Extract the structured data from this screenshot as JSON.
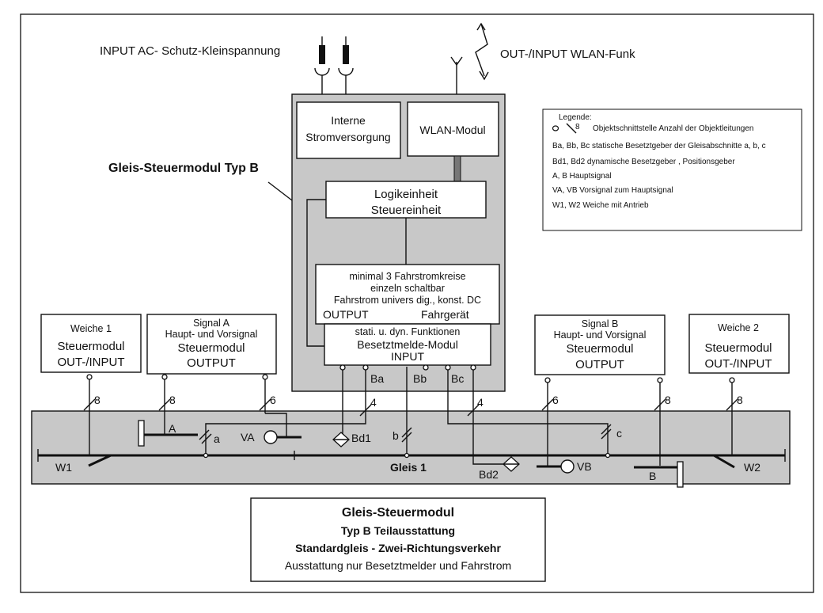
{
  "input_ac": "INPUT AC- Schutz-Kleinspannung",
  "wlan_io": "OUT-/INPUT WLAN-Funk",
  "module_title": "Gleis-Steuermodul Typ B",
  "power": [
    "Interne",
    "Stromversorgung"
  ],
  "wlan_module": "WLAN-Modul",
  "logic": [
    "Logikeinheit",
    "Steuereinheit"
  ],
  "output_box": [
    "minimal 3 Fahrstromkreise",
    "einzeln schaltbar",
    "Fahrstrom univers dig., konst. DC",
    "OUTPUT",
    "Fahrgerät"
  ],
  "occupancy": [
    "stati. u. dyn. Funktionen",
    "Besetztmelde-Modul",
    "INPUT"
  ],
  "legend": {
    "title": "Legende:",
    "count": "8",
    "rows": [
      "Objektschnittstelle Anzahl der Objektleitungen",
      "Ba, Bb, Bc statische Besetztgeber der Gleisabschnitte a, b, c",
      "Bd1, Bd2  dynamische Besetzgeber , Positionsgeber",
      "A, B          Hauptsignal",
      "VA, VB       Vorsignal zum Hauptsignal",
      "W1, W2     Weiche mit Antrieb"
    ]
  },
  "w1_box": [
    "Weiche 1",
    "Steuermodul",
    "OUT-/INPUT"
  ],
  "sa_box": [
    "Signal A",
    "Haupt- und Vorsignal",
    "Steuermodul",
    "OUTPUT"
  ],
  "sb_box": [
    "Signal B",
    "Haupt- und Vorsignal",
    "Steuermodul",
    "OUTPUT"
  ],
  "w2_box": [
    "Weiche 2",
    "Steuermodul",
    "OUT-/INPUT"
  ],
  "wire_counts": {
    "w1": "8",
    "sa1": "8",
    "sa2": "6",
    "bd": "4",
    "bc": "4",
    "sb1": "6",
    "sb2": "8",
    "w2": "8"
  },
  "port_labels": {
    "ba": "Ba",
    "bb": "Bb",
    "bc": "Bc"
  },
  "track": {
    "w1": "W1",
    "w2": "W2",
    "name": "Gleis 1",
    "a": "A",
    "va": "VA",
    "sa": "a",
    "bd1": "Bd1",
    "sb": "b",
    "bd2": "Bd2",
    "vb": "VB",
    "b": "B",
    "sc": "c"
  },
  "summary": [
    "Gleis-Steuermodul",
    "Typ B  Teilausstattung",
    "Standardgleis - Zwei-Richtungsverkehr",
    "Ausstattung nur Besetztmelder und Fahrstrom"
  ]
}
